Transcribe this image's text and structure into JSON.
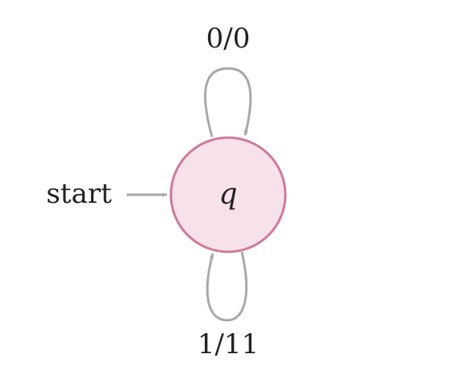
{
  "diagram": {
    "start_label": "start",
    "state": {
      "name": "q",
      "fill": "#f7e1ea",
      "stroke": "#cf7a98"
    },
    "edge_color": "#a9a9a9",
    "loops": [
      {
        "label": "0/0"
      },
      {
        "label": "1/11"
      }
    ]
  }
}
